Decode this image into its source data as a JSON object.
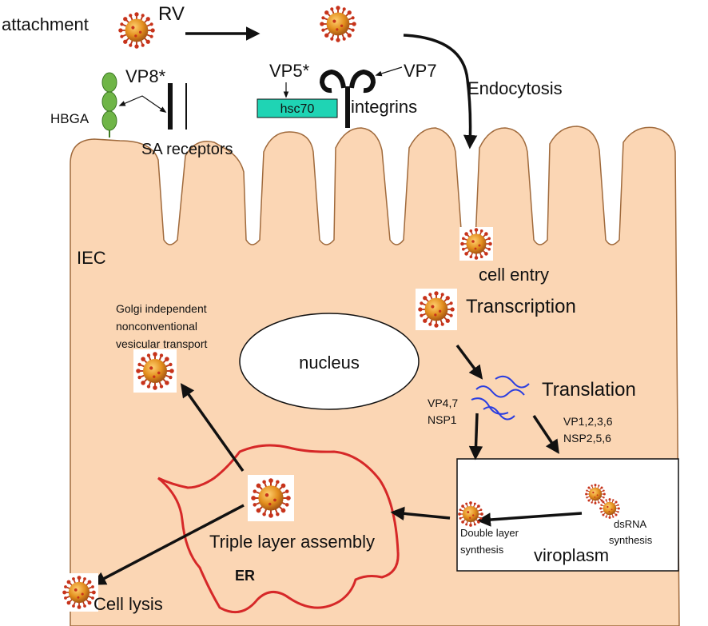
{
  "labels": {
    "attachment": "attachment",
    "rv": "RV",
    "vp8": "VP8*",
    "hbga": "HBGA",
    "sa_receptors": "SA receptors",
    "vp5": "VP5*",
    "vp7": "VP7",
    "hsc70": "hsc70",
    "integrins": "integrins",
    "endocytosis": "Endocytosis",
    "iec": "IEC",
    "cell_entry": "cell entry",
    "transcription": "Transcription",
    "golgi_line1": "Golgi independent",
    "golgi_line2": "nonconventional",
    "golgi_line3": "vesicular transport",
    "nucleus": "nucleus",
    "translation": "Translation",
    "vp47_line1": "VP4,7",
    "vp47_line2": "NSP1",
    "vp1236_line1": "VP1,2,3,6",
    "vp1236_line2": "NSP2,5,6",
    "double_layer_line1": "Double layer",
    "double_layer_line2": "synthesis",
    "dsrna_line1": "dsRNA",
    "dsrna_line2": "synthesis",
    "viroplasm": "viroplasm",
    "triple_layer": "Triple layer assembly",
    "er": "ER",
    "cell_lysis": "Cell lysis"
  },
  "colors": {
    "cell_fill": "#fbd6b4",
    "cell_stroke": "#a06a3c",
    "er_stroke": "#d62828",
    "hsc70_fill": "#1fd4b4",
    "hbga_fill": "#6fb547",
    "mrna_stroke": "#2a3de0",
    "virus_core": "#e38f1e",
    "virus_spike": "#c7331b"
  },
  "icons": [
    "virus-icon",
    "hbga-bead-icon",
    "integrin-receptor-icon",
    "mrna-strand-icon"
  ]
}
